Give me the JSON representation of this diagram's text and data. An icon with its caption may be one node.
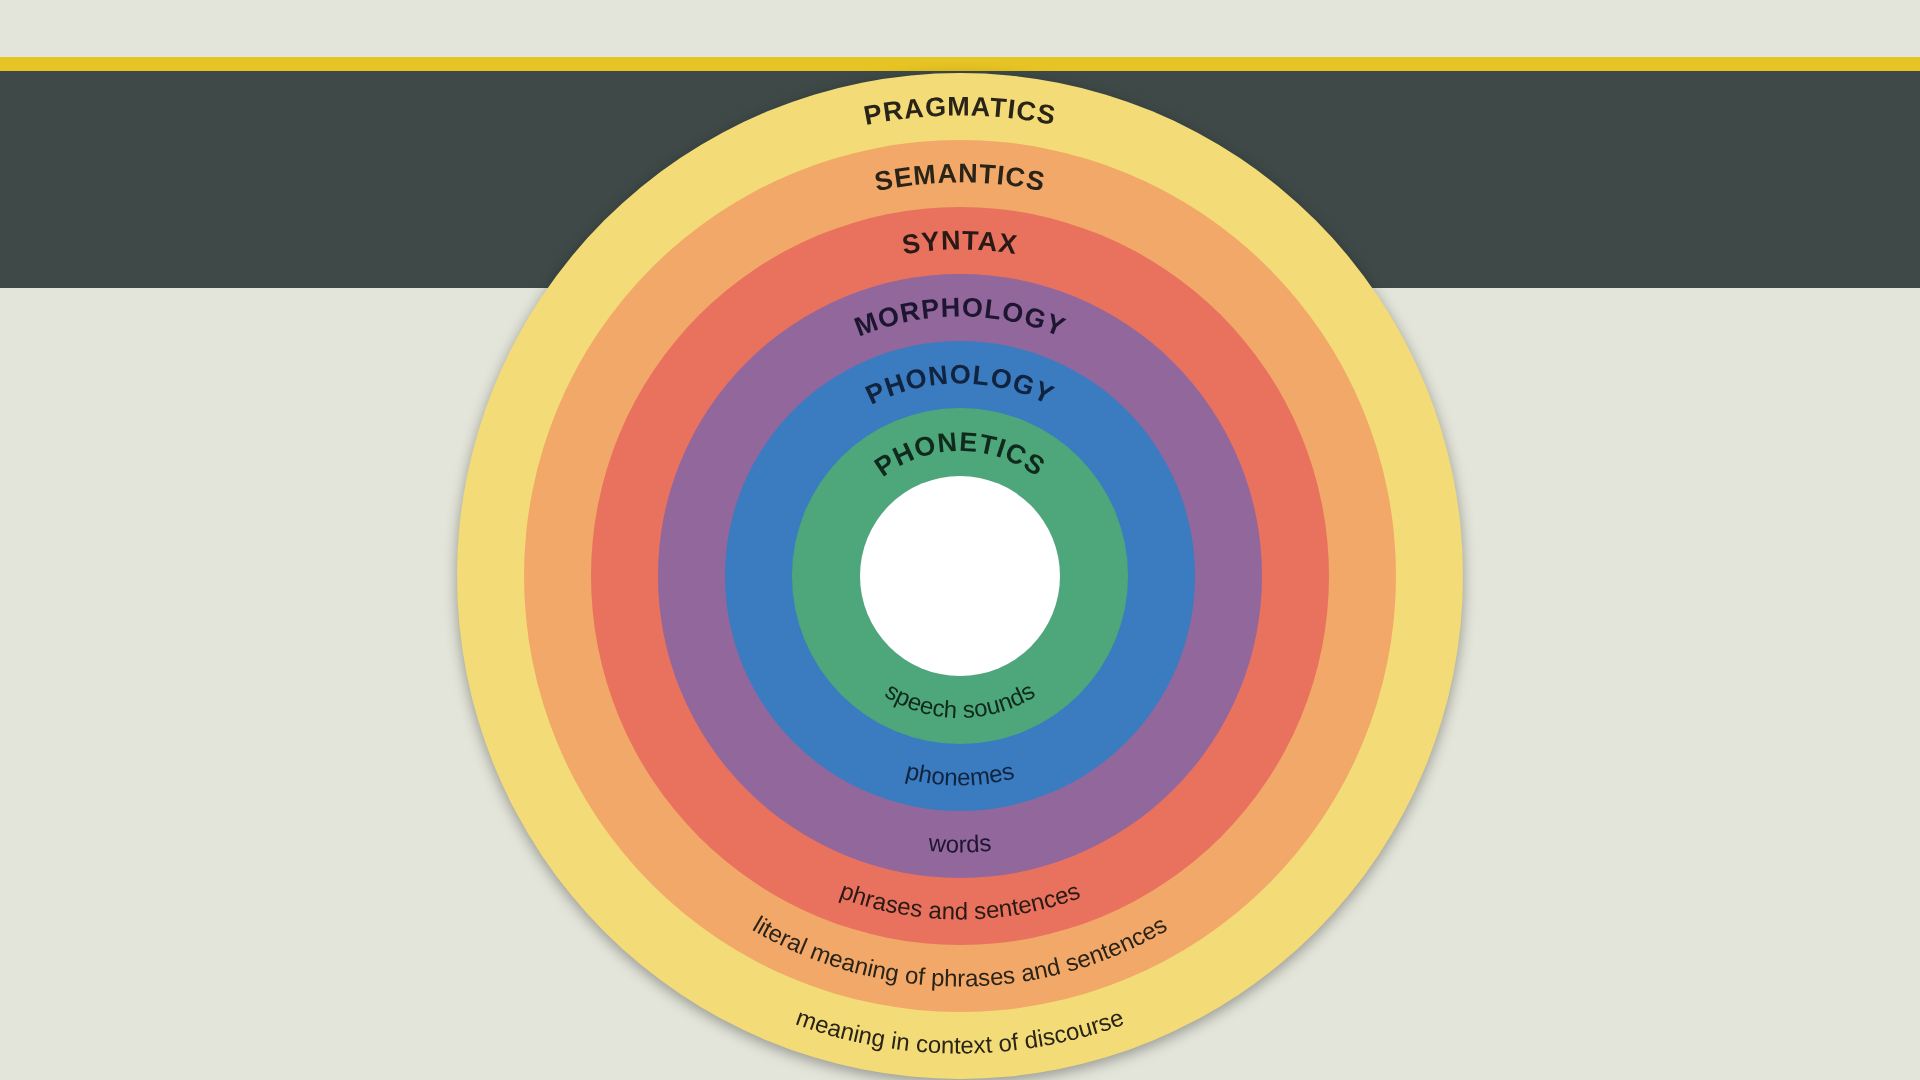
{
  "diagram": {
    "nodes": [
      {
        "text": [
          "PRAGMATICS",
          "meaning in context of discourse"
        ]
      },
      {
        "text": [
          "SEMANTICS",
          "literal meaning of phrases and sentences"
        ],
        "in": 0
      },
      {
        "text": [
          "SYNTAX",
          "phrases and sentences"
        ],
        "in": 1
      },
      {
        "text": [
          "MORPHOLOGY",
          "words"
        ],
        "in": 2
      },
      {
        "text": [
          "PHONOLOGY",
          "phonemes"
        ],
        "in": 3
      },
      {
        "text": [
          "PHONETICS",
          "speech sounds"
        ],
        "in": 4
      },
      {
        "text": [],
        "shape": "circle",
        "in": 5
      }
    ]
  }
}
